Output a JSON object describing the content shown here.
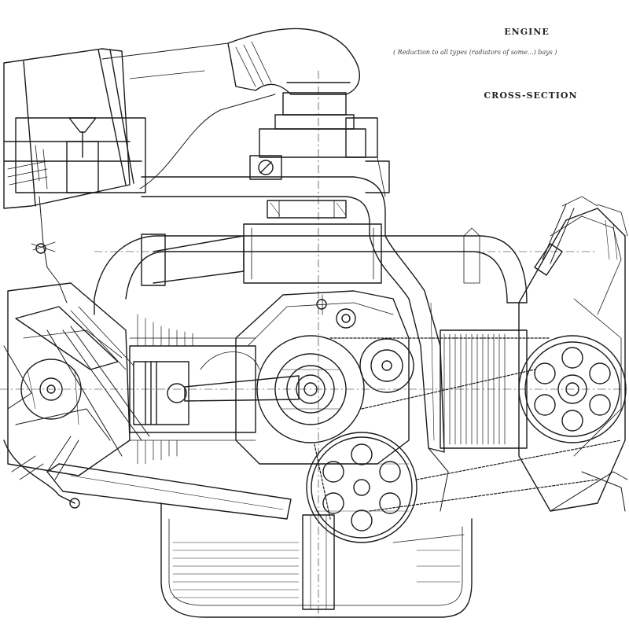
{
  "caption": {
    "title": "ENGINE",
    "subtitle": "( Reduction to all types (radiators of some...) bays )",
    "section": "CROSS-SECTION"
  },
  "colors": {
    "ink": "#1a1a1a",
    "paper": "#ffffff",
    "hatch": "#555555"
  },
  "components": [
    "air-cleaner",
    "intake-elbow",
    "carburetor",
    "inlet-manifold",
    "left-cylinder-head",
    "left-cylinder",
    "piston",
    "connecting-rod",
    "crankcase",
    "crankshaft-hub",
    "camshaft-gear",
    "timing-chain",
    "lower-pulley",
    "right-pulley",
    "right-cylinder-head",
    "oil-sump",
    "fuel-line"
  ]
}
